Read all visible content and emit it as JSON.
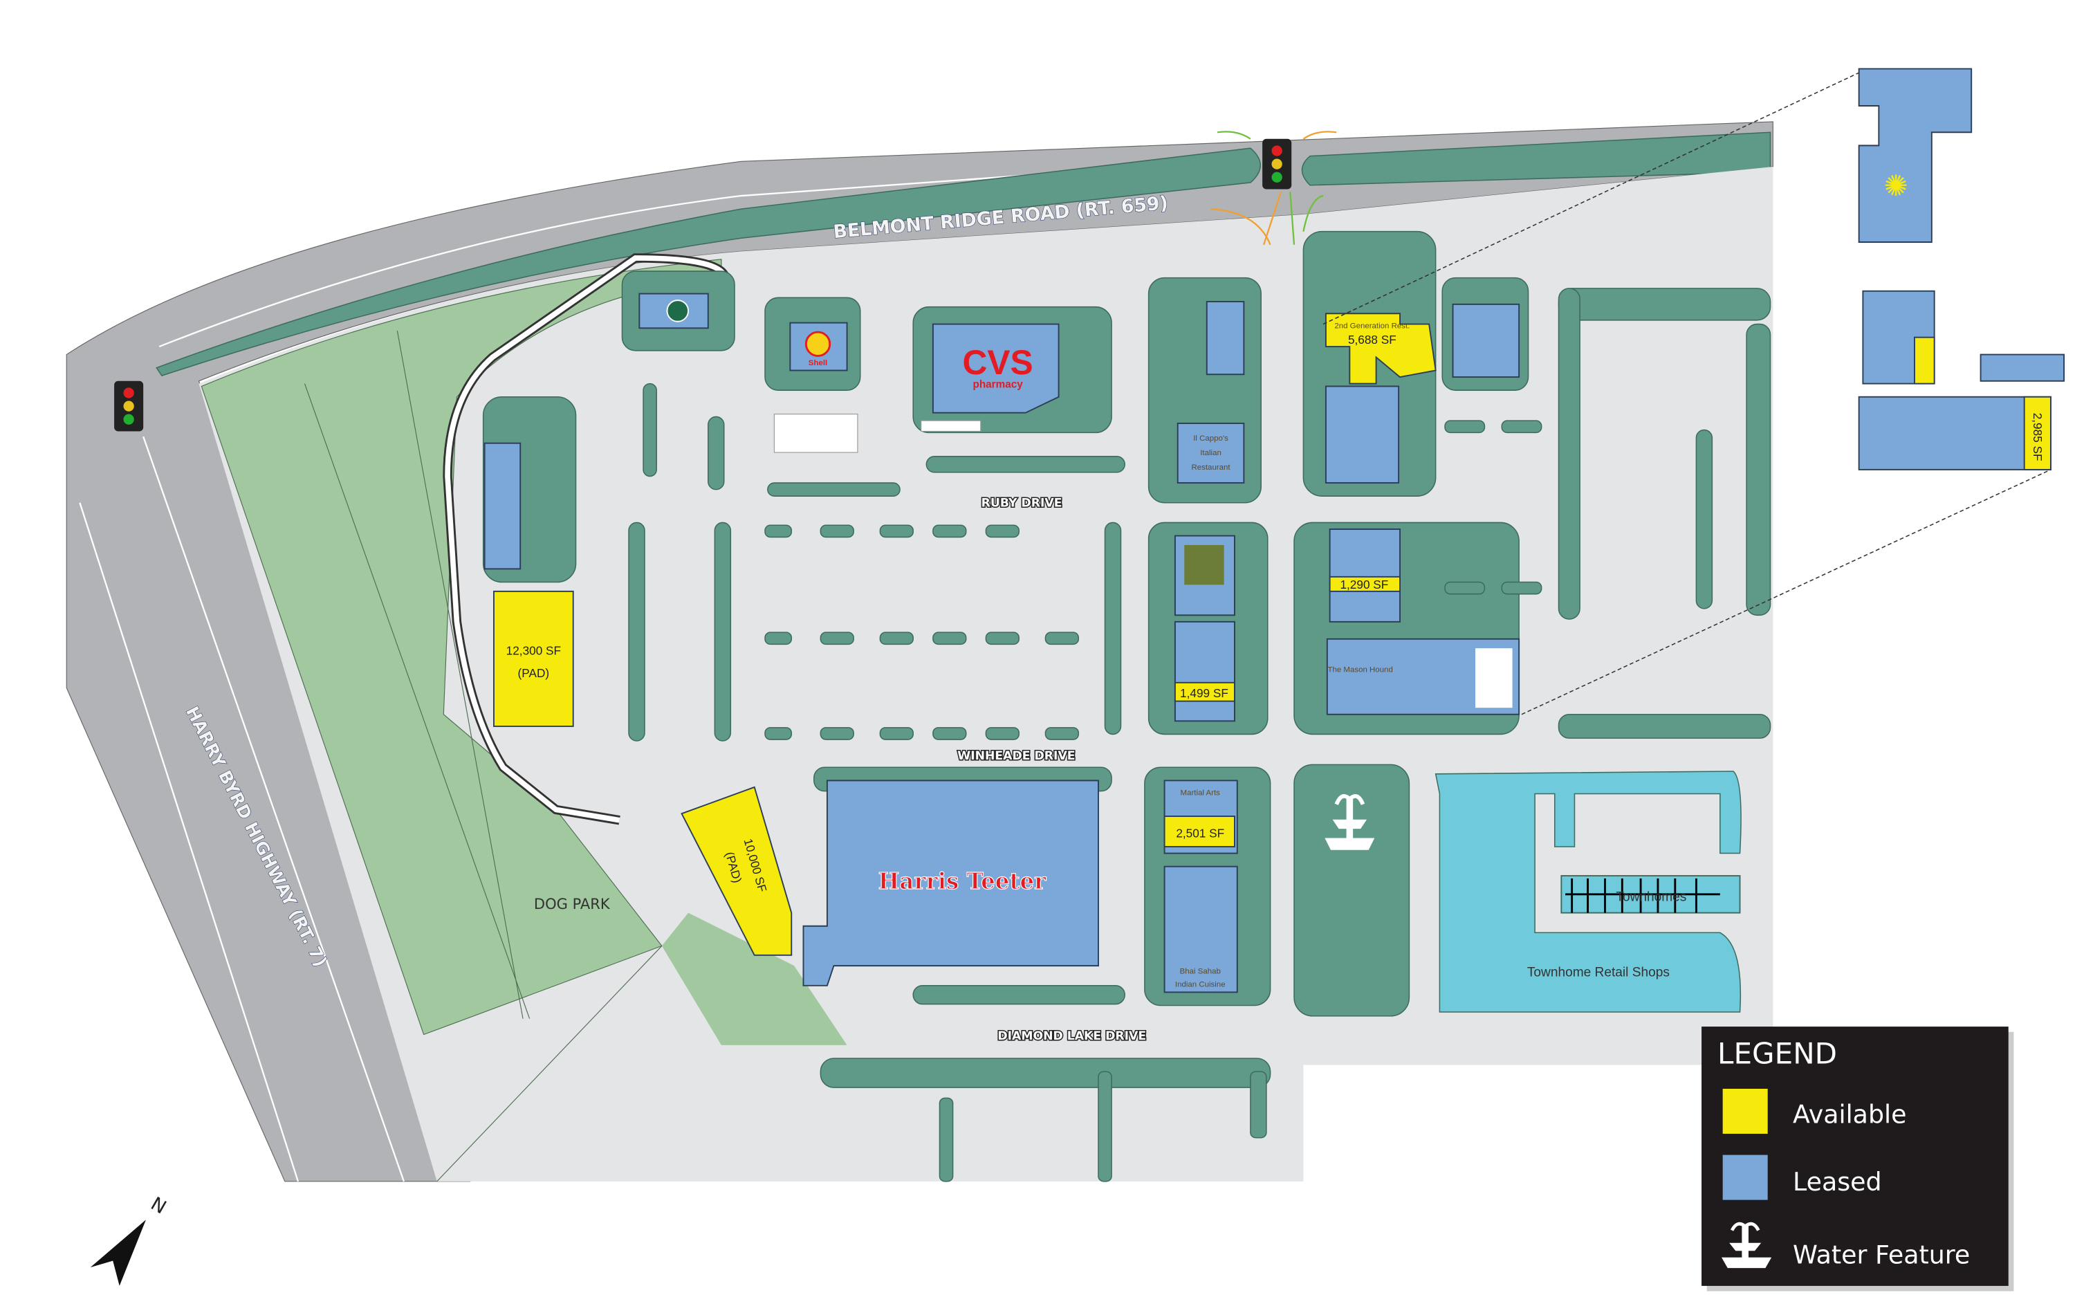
{
  "colors": {
    "road": "#b2b3b6",
    "site": "#e4e5e7",
    "island": "#5f9987",
    "park": "#a2c8a0",
    "available": "#f5ea0c",
    "leased": "#7ba7d9",
    "townhome": "#6fcbdb",
    "legend_bg": "#1f1b1c"
  },
  "roads": {
    "belmont": "BELMONT RIDGE ROAD (RT. 659)",
    "harry_byrd": "HARRY BYRD HIGHWAY (RT. 7)",
    "ruby": "RUBY DRIVE",
    "winheade": "WINHEADE DRIVE",
    "diamond_lake": "DIAMOND LAKE DRIVE"
  },
  "areas": {
    "dog_park": "DOG PARK",
    "townhomes": "Townhomes",
    "townhome_retail": "Townhome Retail Shops"
  },
  "pads": {
    "pad_a_size": "12,300 SF",
    "pad_a_type": "(PAD)",
    "pad_b_size": "10,000 SF",
    "pad_b_type": "(PAD)"
  },
  "spaces": {
    "s1_label": "2nd Generation Rest.",
    "s1_size": "5,688 SF",
    "s2_size": "1,290 SF",
    "s3_size": "1,499 SF",
    "s4_size": "2,501 SF",
    "s5_size": "2,985 SF"
  },
  "tenants": {
    "shell": "Shell",
    "cvs": "CVS",
    "cvs_sub": "pharmacy",
    "harris_teeter": "Harris Teeter",
    "il_cappo_1": "Il Cappo's",
    "il_cappo_2": "Italian",
    "il_cappo_3": "Restaurant",
    "martial_arts": "Martial Arts",
    "bhai_sahab_1": "Bhai Sahab",
    "bhai_sahab_2": "Indian Cuisine",
    "mason_hound": "The Mason Hound"
  },
  "legend": {
    "title": "LEGEND",
    "items": [
      {
        "label": "Available",
        "color": "#f5ea0c"
      },
      {
        "label": "Leased",
        "color": "#7ba7d9"
      },
      {
        "label": "Water Feature",
        "icon": "fountain-icon"
      }
    ]
  },
  "compass": {
    "label": "N"
  }
}
